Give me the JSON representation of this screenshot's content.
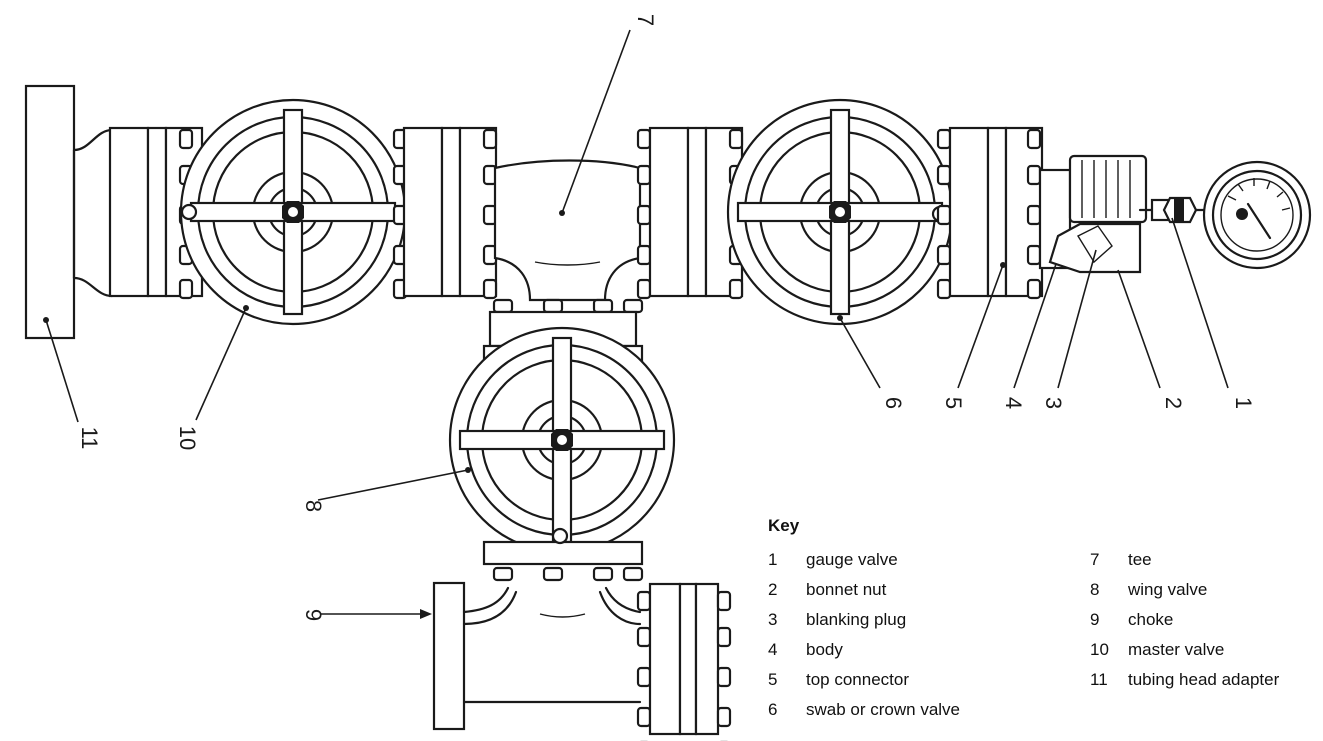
{
  "diagram": {
    "callouts": [
      "1",
      "2",
      "3",
      "4",
      "5",
      "6",
      "7",
      "8",
      "9",
      "10",
      "11"
    ]
  },
  "key": {
    "title": "Key",
    "items": [
      {
        "num": "1",
        "label": "gauge valve"
      },
      {
        "num": "2",
        "label": "bonnet nut"
      },
      {
        "num": "3",
        "label": "blanking plug"
      },
      {
        "num": "4",
        "label": "body"
      },
      {
        "num": "5",
        "label": "top connector"
      },
      {
        "num": "6",
        "label": "swab or crown valve"
      },
      {
        "num": "7",
        "label": "tee"
      },
      {
        "num": "8",
        "label": "wing valve"
      },
      {
        "num": "9",
        "label": "choke"
      },
      {
        "num": "10",
        "label": "master valve"
      },
      {
        "num": "11",
        "label": "tubing head adapter"
      }
    ]
  }
}
